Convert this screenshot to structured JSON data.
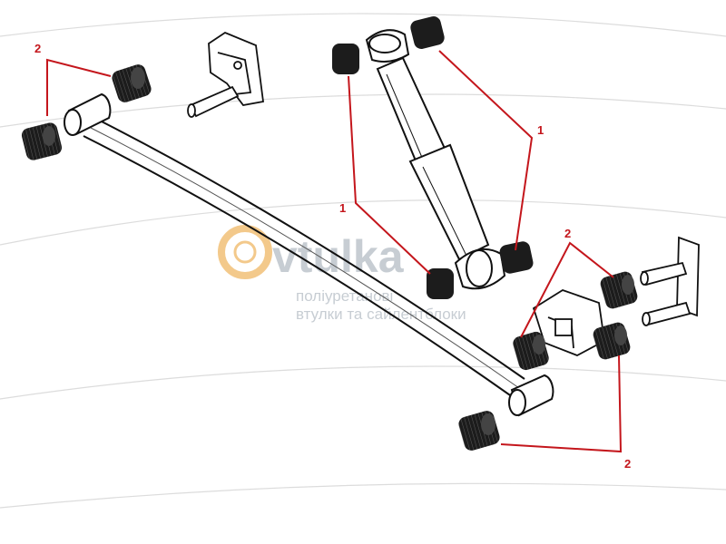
{
  "colors": {
    "background": "#ffffff",
    "callout": "#c4161c",
    "line_art": "#111111",
    "bushing": "#1c1c1c",
    "guide_curves": "#dcdcdc",
    "watermark_text": "#c7cdd3",
    "watermark_accent": "#f3c98b"
  },
  "callouts": [
    {
      "id": "c1a",
      "label": "1"
    },
    {
      "id": "c1b",
      "label": "1"
    },
    {
      "id": "c2a",
      "label": "2"
    },
    {
      "id": "c2b",
      "label": "2"
    },
    {
      "id": "c2c",
      "label": "2"
    }
  ],
  "watermark": {
    "logo": "vtulka",
    "tagline_1": "поліуретанові",
    "tagline_2": "втулки та сайлентблоки"
  },
  "icons": {
    "watermark_mark": "ring-logo-icon"
  }
}
